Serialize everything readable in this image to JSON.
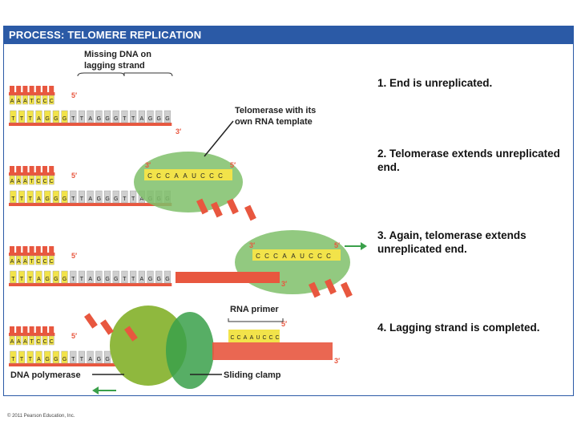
{
  "header": {
    "prefix": "PROCESS:",
    "title": "TELOMERE REPLICATION"
  },
  "labels": {
    "missing_dna": [
      "Missing DNA on",
      "lagging strand"
    ],
    "telomerase": [
      "Telomerase with its",
      "own RNA template"
    ],
    "rna_primer": "RNA primer",
    "dna_polymerase": "DNA polymerase",
    "sliding_clamp": "Sliding clamp",
    "five_prime": "5′",
    "three_prime": "3′"
  },
  "steps": [
    "1. End is unreplicated.",
    "2. Telomerase extends unreplicated end.",
    "3. Again, telomerase extends unreplicated end.",
    "4. Lagging strand is completed."
  ],
  "sequences": {
    "top_strand": [
      "A",
      "A",
      "A",
      "T",
      "C",
      "C",
      "C"
    ],
    "bottom_strand": [
      "T",
      "T",
      "T",
      "A",
      "G",
      "G",
      "G",
      "T",
      "T",
      "A",
      "G",
      "G",
      "G",
      "T",
      "T",
      "A",
      "G",
      "G",
      "G"
    ],
    "rna_template": [
      "C",
      "C",
      "C",
      "A",
      "A",
      "U",
      "C",
      "C",
      "C"
    ],
    "rna_primer": [
      "C",
      "C",
      "A",
      "A",
      "U",
      "C",
      "C",
      "C"
    ]
  },
  "colors": {
    "header_blue": "#2b5aa6",
    "dna_red": "#e8573f",
    "dna_yellow": "#f2e34a",
    "dna_grey": "#cfcfcf",
    "enzyme_green": "#7fc06a",
    "polymerase_green": "#8fb83e",
    "arrow_green": "#3aa04a"
  },
  "copyright": "© 2011 Pearson Education, Inc."
}
